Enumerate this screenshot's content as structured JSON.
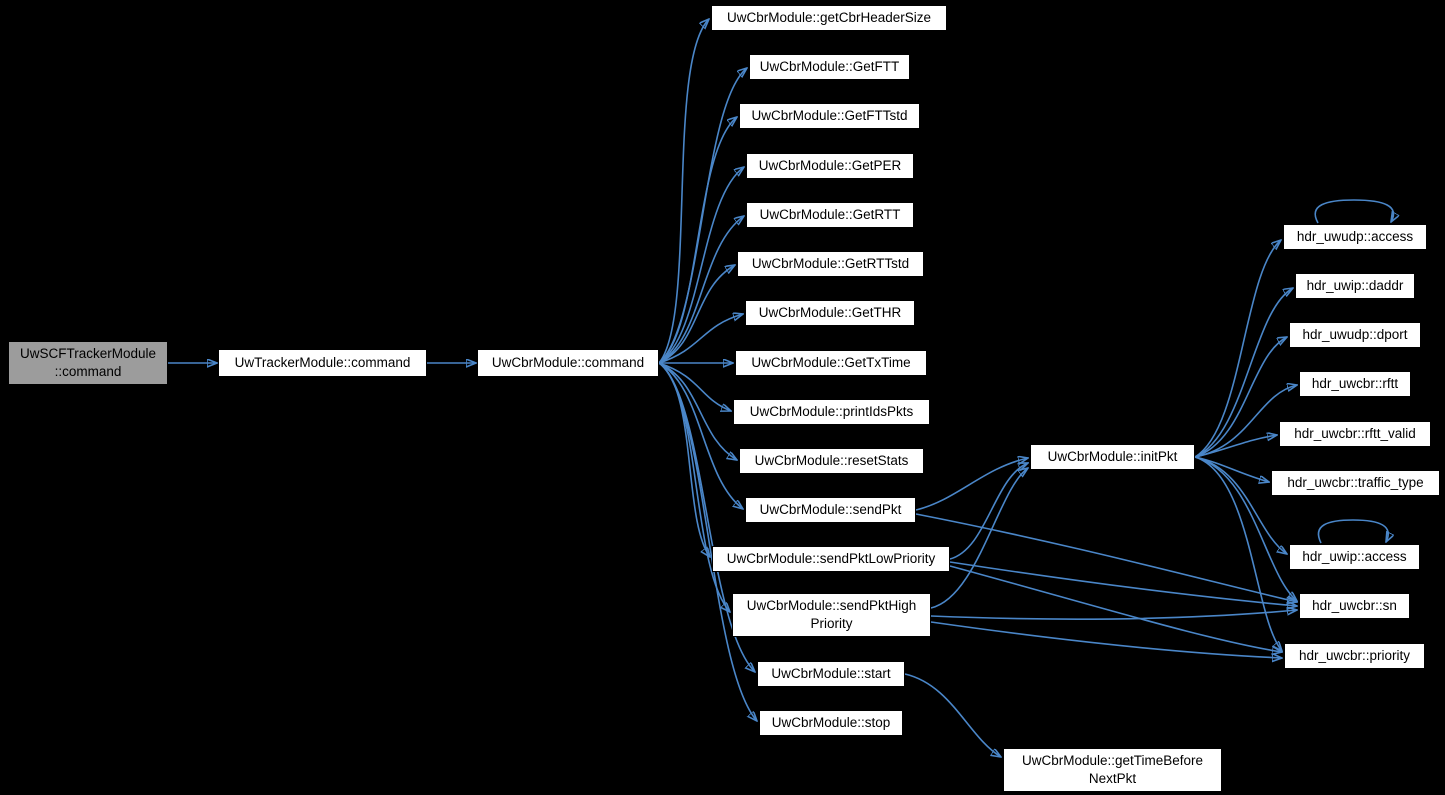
{
  "colors": {
    "background": "#000000",
    "node_fill": "#ffffff",
    "node_border": "#000000",
    "highlight_node_fill": "#9c9c9c",
    "edge": "#4a86c8",
    "text": "#000000"
  },
  "nodes": {
    "root": {
      "label": "UwSCFTrackerModule\n::command"
    },
    "tracker_command": {
      "label": "UwTrackerModule::command"
    },
    "cbr_command": {
      "label": "UwCbrModule::command"
    },
    "get_cbr_header_size": {
      "label": "UwCbrModule::getCbrHeaderSize"
    },
    "get_ftt": {
      "label": "UwCbrModule::GetFTT"
    },
    "get_ftt_std": {
      "label": "UwCbrModule::GetFTTstd"
    },
    "get_per": {
      "label": "UwCbrModule::GetPER"
    },
    "get_rtt": {
      "label": "UwCbrModule::GetRTT"
    },
    "get_rtt_std": {
      "label": "UwCbrModule::GetRTTstd"
    },
    "get_thr": {
      "label": "UwCbrModule::GetTHR"
    },
    "get_tx_time": {
      "label": "UwCbrModule::GetTxTime"
    },
    "print_ids_pkts": {
      "label": "UwCbrModule::printIdsPkts"
    },
    "reset_stats": {
      "label": "UwCbrModule::resetStats"
    },
    "send_pkt": {
      "label": "UwCbrModule::sendPkt"
    },
    "send_pkt_low_priority": {
      "label": "UwCbrModule::sendPktLowPriority"
    },
    "send_pkt_high_priority": {
      "label": "UwCbrModule::sendPktHigh\nPriority"
    },
    "start": {
      "label": "UwCbrModule::start"
    },
    "stop": {
      "label": "UwCbrModule::stop"
    },
    "init_pkt": {
      "label": "UwCbrModule::initPkt"
    },
    "uwudp_access": {
      "label": "hdr_uwudp::access"
    },
    "uwip_daddr": {
      "label": "hdr_uwip::daddr"
    },
    "uwudp_dport": {
      "label": "hdr_uwudp::dport"
    },
    "uwcbr_rftt": {
      "label": "hdr_uwcbr::rftt"
    },
    "uwcbr_rftt_valid": {
      "label": "hdr_uwcbr::rftt_valid"
    },
    "uwcbr_traffic_type": {
      "label": "hdr_uwcbr::traffic_type"
    },
    "uwip_access": {
      "label": "hdr_uwip::access"
    },
    "uwcbr_sn": {
      "label": "hdr_uwcbr::sn"
    },
    "uwcbr_priority": {
      "label": "hdr_uwcbr::priority"
    },
    "get_time_before_next_pkt": {
      "label": "UwCbrModule::getTimeBefore\nNextPkt"
    }
  },
  "edges": [
    {
      "from": "root",
      "to": "tracker_command"
    },
    {
      "from": "tracker_command",
      "to": "cbr_command"
    },
    {
      "from": "cbr_command",
      "to": "get_cbr_header_size"
    },
    {
      "from": "cbr_command",
      "to": "get_ftt"
    },
    {
      "from": "cbr_command",
      "to": "get_ftt_std"
    },
    {
      "from": "cbr_command",
      "to": "get_per"
    },
    {
      "from": "cbr_command",
      "to": "get_rtt"
    },
    {
      "from": "cbr_command",
      "to": "get_rtt_std"
    },
    {
      "from": "cbr_command",
      "to": "get_thr"
    },
    {
      "from": "cbr_command",
      "to": "get_tx_time"
    },
    {
      "from": "cbr_command",
      "to": "print_ids_pkts"
    },
    {
      "from": "cbr_command",
      "to": "reset_stats"
    },
    {
      "from": "cbr_command",
      "to": "send_pkt"
    },
    {
      "from": "cbr_command",
      "to": "send_pkt_low_priority"
    },
    {
      "from": "cbr_command",
      "to": "send_pkt_high_priority"
    },
    {
      "from": "cbr_command",
      "to": "start"
    },
    {
      "from": "cbr_command",
      "to": "stop"
    },
    {
      "from": "send_pkt",
      "to": "init_pkt"
    },
    {
      "from": "send_pkt_low_priority",
      "to": "init_pkt"
    },
    {
      "from": "send_pkt_high_priority",
      "to": "init_pkt"
    },
    {
      "from": "init_pkt",
      "to": "uwudp_access"
    },
    {
      "from": "init_pkt",
      "to": "uwip_daddr"
    },
    {
      "from": "init_pkt",
      "to": "uwudp_dport"
    },
    {
      "from": "init_pkt",
      "to": "uwcbr_rftt"
    },
    {
      "from": "init_pkt",
      "to": "uwcbr_rftt_valid"
    },
    {
      "from": "init_pkt",
      "to": "uwcbr_traffic_type"
    },
    {
      "from": "init_pkt",
      "to": "uwip_access"
    },
    {
      "from": "init_pkt",
      "to": "uwcbr_sn"
    },
    {
      "from": "init_pkt",
      "to": "uwcbr_priority"
    },
    {
      "from": "send_pkt",
      "to": "uwcbr_sn"
    },
    {
      "from": "send_pkt_low_priority",
      "to": "uwcbr_sn"
    },
    {
      "from": "send_pkt_high_priority",
      "to": "uwcbr_sn"
    },
    {
      "from": "send_pkt_low_priority",
      "to": "uwcbr_priority"
    },
    {
      "from": "send_pkt_high_priority",
      "to": "uwcbr_priority"
    },
    {
      "from": "start",
      "to": "get_time_before_next_pkt"
    },
    {
      "from": "uwudp_access",
      "to": "uwudp_access"
    },
    {
      "from": "uwip_access",
      "to": "uwip_access"
    }
  ]
}
